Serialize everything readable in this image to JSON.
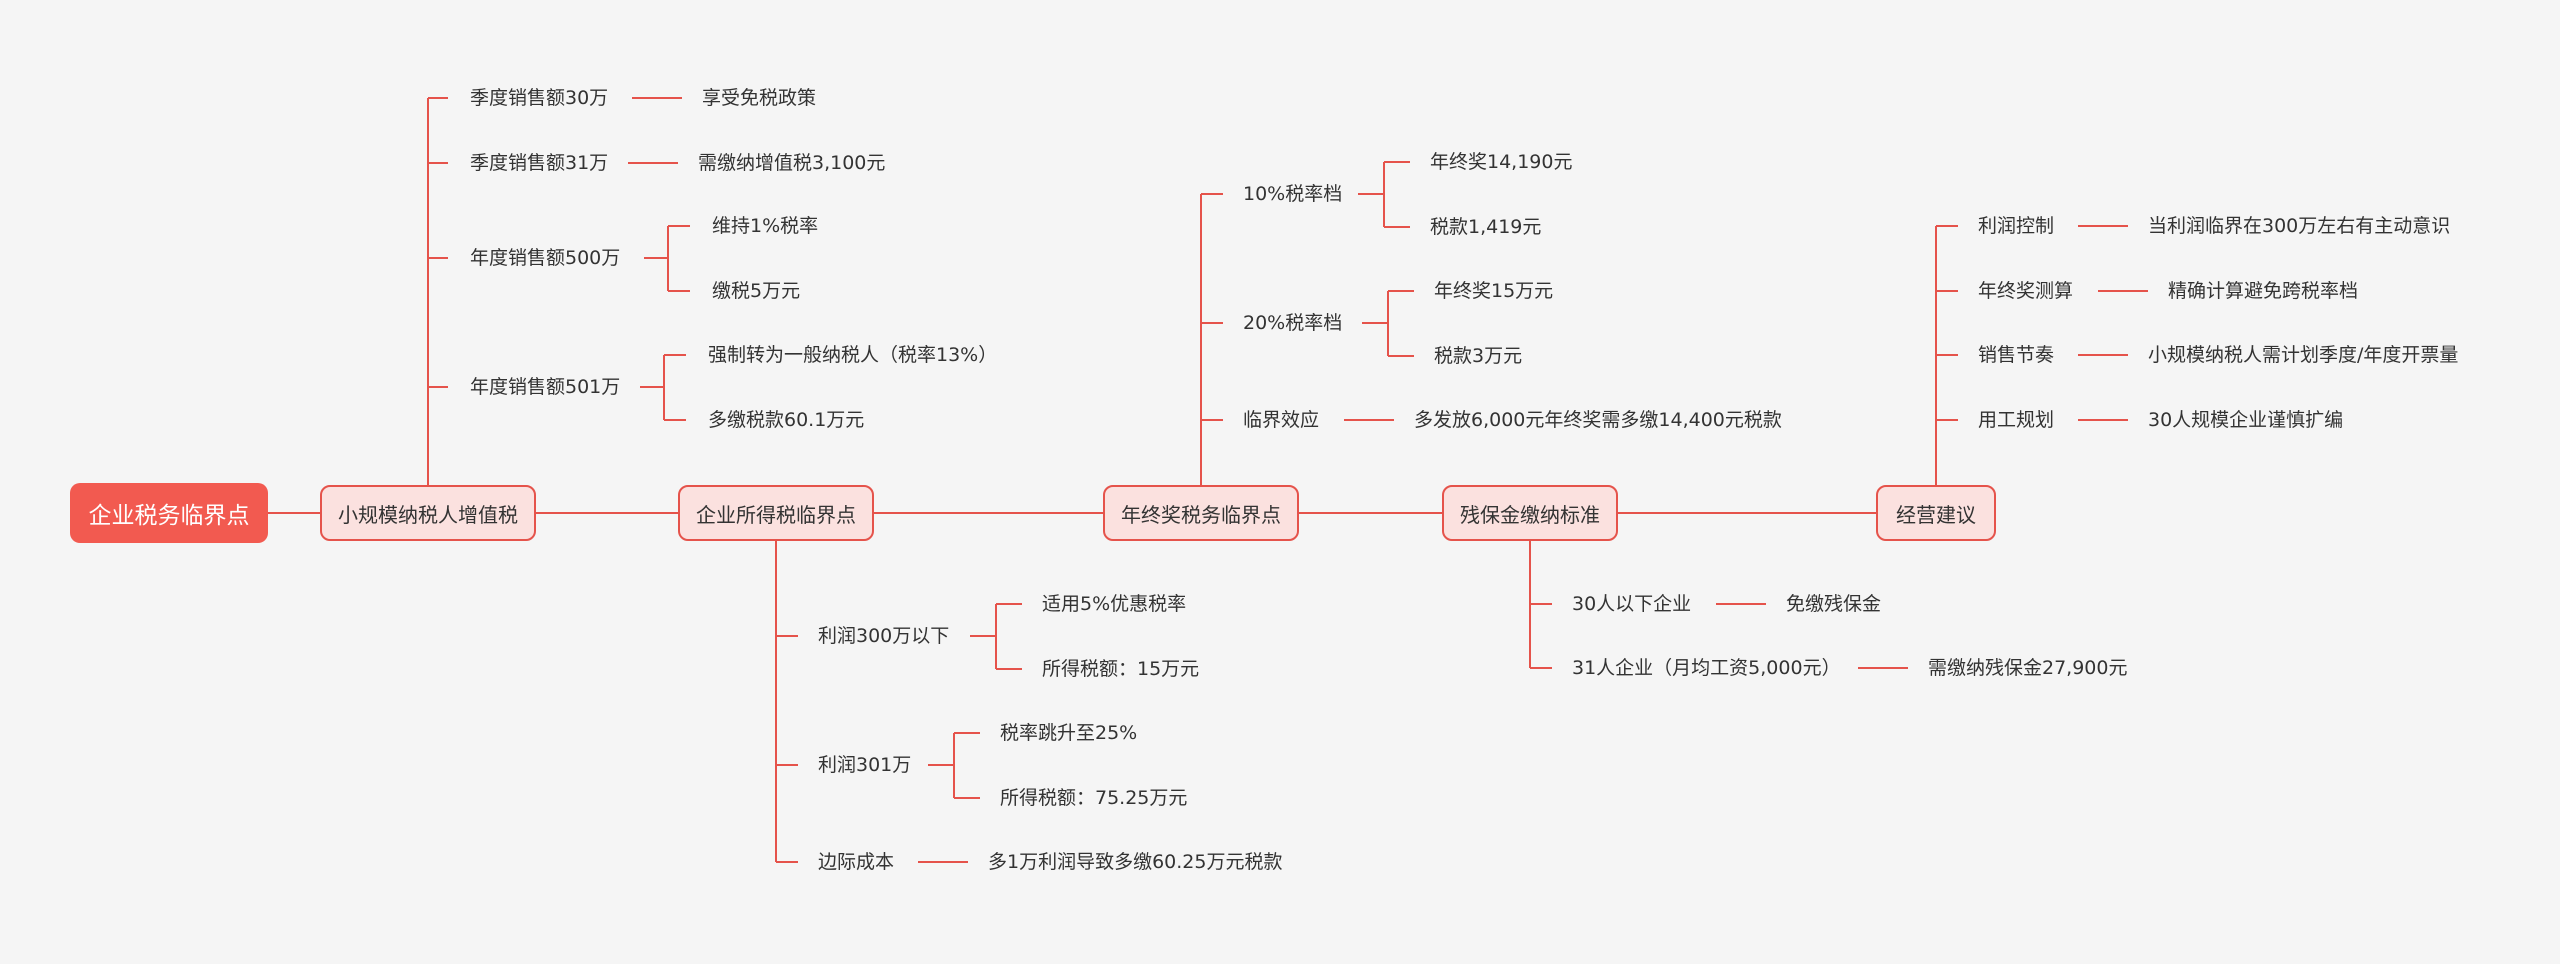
{
  "root": "企业税务临界点",
  "branches": {
    "vat": {
      "label": "小规模纳税人增值税",
      "items": [
        {
          "label": "季度销售额30万",
          "children": [
            "享受免税政策"
          ]
        },
        {
          "label": "季度销售额31万",
          "children": [
            "需缴纳增值税3,100元"
          ]
        },
        {
          "label": "年度销售额500万",
          "children": [
            "维持1%税率",
            "缴税5万元"
          ]
        },
        {
          "label": "年度销售额501万",
          "children": [
            "强制转为一般纳税人（税率13%）",
            "多缴税款60.1万元"
          ]
        }
      ]
    },
    "cit": {
      "label": "企业所得税临界点",
      "items": [
        {
          "label": "利润300万以下",
          "children": [
            "适用5%优惠税率",
            "所得税额：15万元"
          ]
        },
        {
          "label": "利润301万",
          "children": [
            "税率跳升至25%",
            "所得税额：75.25万元"
          ]
        },
        {
          "label": "边际成本",
          "children": [
            "多1万利润导致多缴60.25万元税款"
          ]
        }
      ]
    },
    "bonus": {
      "label": "年终奖税务临界点",
      "items": [
        {
          "label": "10%税率档",
          "children": [
            "年终奖14,190元",
            "税款1,419元"
          ]
        },
        {
          "label": "20%税率档",
          "children": [
            "年终奖15万元",
            "税款3万元"
          ]
        },
        {
          "label": "临界效应",
          "children": [
            "多发放6,000元年终奖需多缴14,400元税款"
          ]
        }
      ]
    },
    "disability": {
      "label": "残保金缴纳标准",
      "items": [
        {
          "label": "30人以下企业",
          "children": [
            "免缴残保金"
          ]
        },
        {
          "label": "31人企业（月均工资5,000元）",
          "children": [
            "需缴纳残保金27,900元"
          ]
        }
      ]
    },
    "advice": {
      "label": "经营建议",
      "items": [
        {
          "label": "利润控制",
          "children": [
            "当利润临界在300万左右有主动意识"
          ]
        },
        {
          "label": "年终奖测算",
          "children": [
            "精确计算避免跨税率档"
          ]
        },
        {
          "label": "销售节奏",
          "children": [
            "小规模纳税人需计划季度/年度开票量"
          ]
        },
        {
          "label": "用工规划",
          "children": [
            "30人规模企业谨慎扩编"
          ]
        }
      ]
    }
  }
}
